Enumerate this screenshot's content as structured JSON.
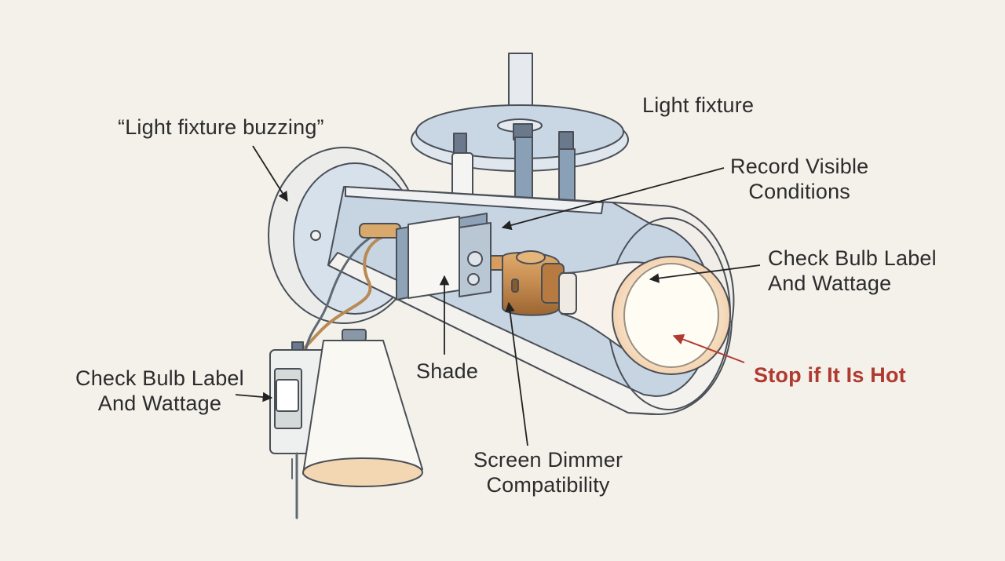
{
  "labels": {
    "buzzing": "“Light fixture buzzing”",
    "light_fixture": "Light fixture",
    "record_line1": "Record Visible",
    "record_line2": "Conditions",
    "check_bulb_right_line1": "Check Bulb Label",
    "check_bulb_right_line2": "And Wattage",
    "check_bulb_left_line1": "Check Bulb Label",
    "check_bulb_left_line2": "And Wattage",
    "shade": "Shade",
    "screen_line1": "Screen Dimmer",
    "screen_line2": "Compatibility",
    "stop_hot": "Stop if It Is Hot"
  },
  "colors": {
    "background": "#f3f1ea",
    "outline": "#4a4f57",
    "metal_blue": "#d9e2ec",
    "socket_brass": "#c48a4e",
    "bulb_glow": "#f6dcc0",
    "warning_red": "#b03a30"
  }
}
